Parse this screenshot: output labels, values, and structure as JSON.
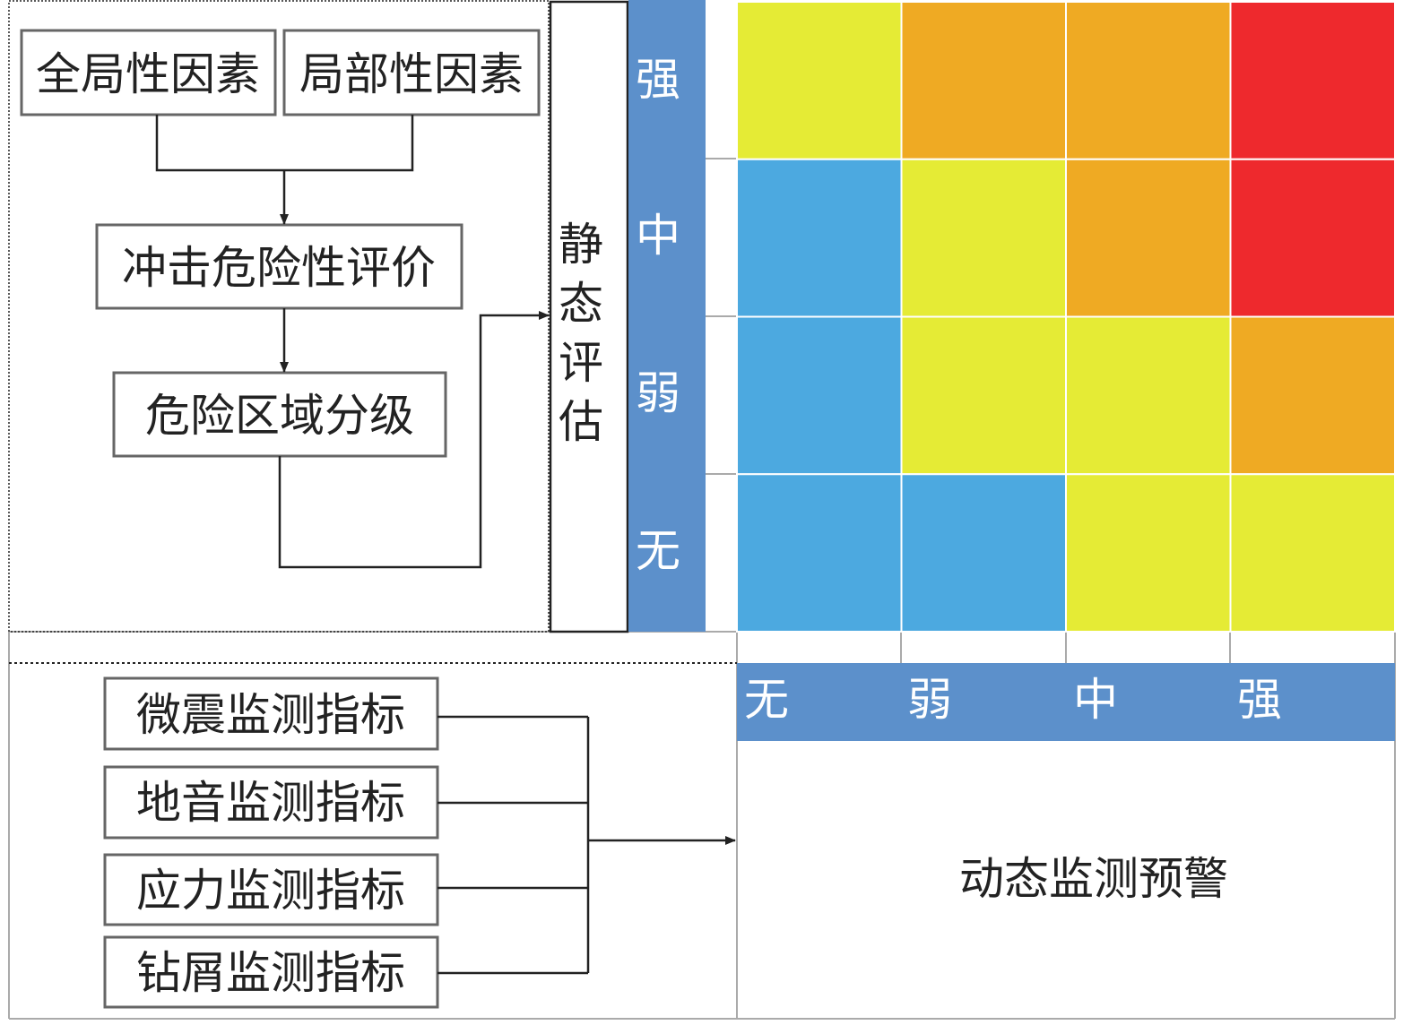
{
  "static_flow": {
    "global_factors": "全局性因素",
    "local_factors": "局部性因素",
    "impact_risk_evaluation": "冲击危险性评价",
    "risk_zone_grading": "危险区域分级",
    "static_assessment": [
      "静",
      "态",
      "评",
      "估"
    ]
  },
  "matrix": {
    "y_labels": [
      "强",
      "中",
      "弱",
      "无"
    ],
    "x_labels": [
      "无",
      "弱",
      "中",
      "强"
    ],
    "colors": {
      "Y": "#E5EB35",
      "O": "#EFAA23",
      "R": "#EE292D",
      "B": "#4CA9E0",
      "axis": "#5C90CB"
    },
    "cells": [
      [
        "Y",
        "O",
        "O",
        "R"
      ],
      [
        "B",
        "Y",
        "O",
        "R"
      ],
      [
        "B",
        "Y",
        "Y",
        "O"
      ],
      [
        "B",
        "B",
        "Y",
        "Y"
      ]
    ]
  },
  "dynamic_flow": {
    "indicators": [
      "微震监测指标",
      "地音监测指标",
      "应力监测指标",
      "钻屑监测指标"
    ],
    "dynamic_warning": "动态监测预警"
  }
}
